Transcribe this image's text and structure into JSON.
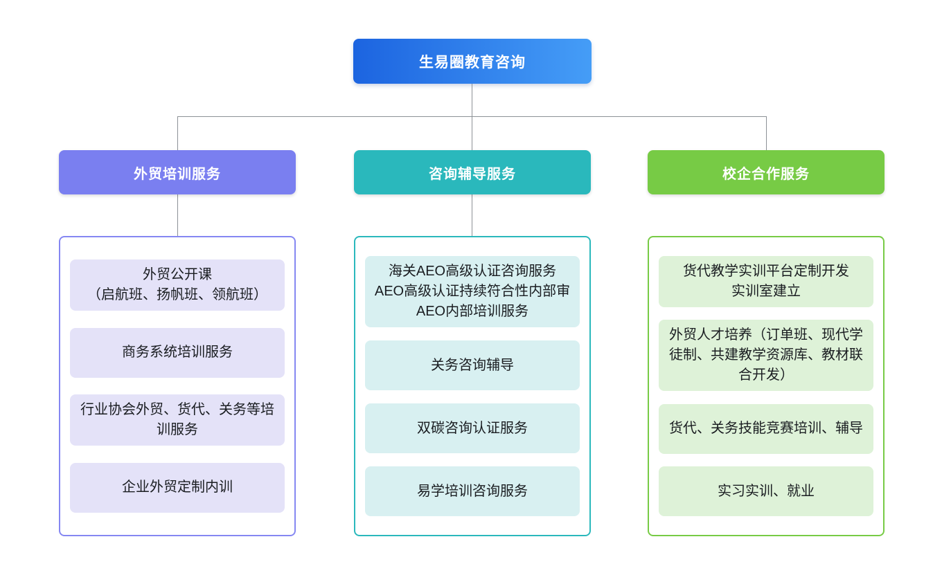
{
  "root": {
    "label": "生易圈教育咨询",
    "gradient_from": "#1c64e0",
    "gradient_to": "#459df7"
  },
  "connector_color": "#8c9196",
  "branches": [
    {
      "label": "外贸培训服务",
      "header_color": "#7a7ff0",
      "border_color": "#8587f2",
      "leaf_bg": "#e4e2f8",
      "leaves": [
        "外贸公开课\n（启航班、扬帆班、领航班）",
        "商务系统培训服务",
        "行业协会外贸、货代、关务等培训服务",
        "企业外贸定制内训"
      ]
    },
    {
      "label": "咨询辅导服务",
      "header_color": "#2ab8bc",
      "border_color": "#2ab8bc",
      "leaf_bg": "#d8f0f1",
      "leaves": [
        "海关AEO高级认证咨询服务\nAEO高级认证持续符合性内部审\nAEO内部培训服务",
        "关务咨询辅导",
        "双碳咨询认证服务",
        "易学培训咨询服务"
      ]
    },
    {
      "label": "校企合作服务",
      "header_color": "#77cb45",
      "border_color": "#77cb45",
      "leaf_bg": "#def2d8",
      "leaves": [
        "货代教学实训平台定制开发\n实训室建立",
        "外贸人才培养（订单班、现代学徒制、共建教学资源库、教材联合开发）",
        "货代、关务技能竞赛培训、辅导",
        "实习实训、就业"
      ]
    }
  ]
}
